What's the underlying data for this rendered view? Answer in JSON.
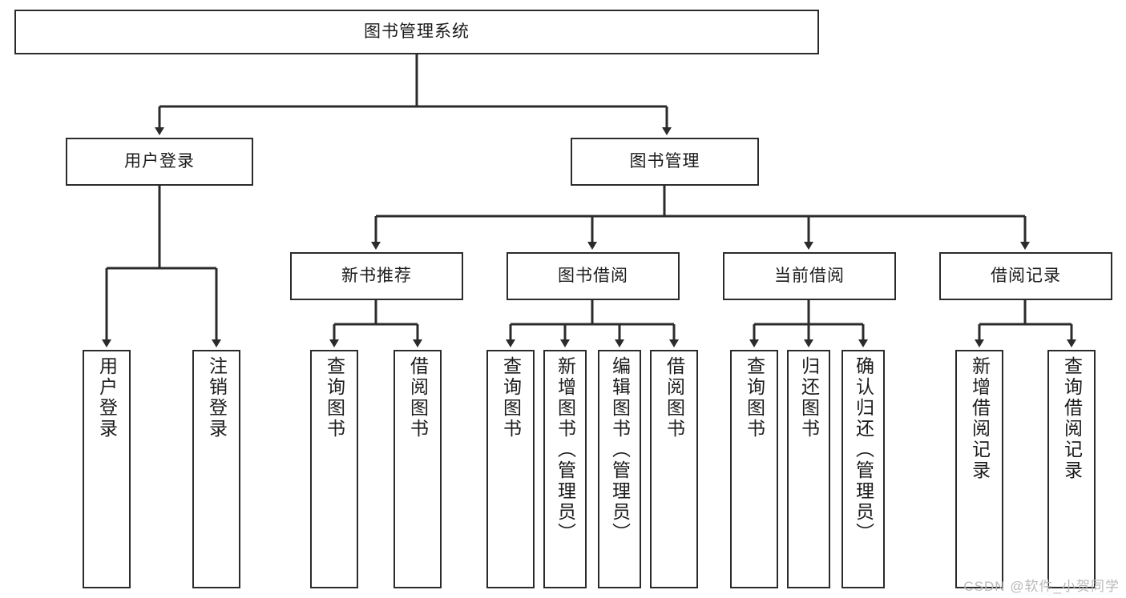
{
  "diagram": {
    "title": "图书管理系统",
    "type": "tree-hierarchy",
    "root": {
      "label": "图书管理系统"
    },
    "level2": [
      {
        "label": "用户登录"
      },
      {
        "label": "图书管理"
      }
    ],
    "level3": [
      {
        "label": "新书推荐"
      },
      {
        "label": "图书借阅"
      },
      {
        "label": "当前借阅"
      },
      {
        "label": "借阅记录"
      }
    ],
    "leaves": {
      "user_login": [
        {
          "label": "用户登录"
        },
        {
          "label": "注销登录"
        }
      ],
      "new_book_recommend": [
        {
          "label": "查询图书"
        },
        {
          "label": "借阅图书"
        }
      ],
      "book_borrow": [
        {
          "label": "查询图书"
        },
        {
          "label": "新增图书（管理员）"
        },
        {
          "label": "编辑图书（管理员）"
        },
        {
          "label": "借阅图书"
        }
      ],
      "current_borrow": [
        {
          "label": "查询图书"
        },
        {
          "label": "归还图书"
        },
        {
          "label": "确认归还（管理员）"
        }
      ],
      "borrow_record": [
        {
          "label": "新增借阅记录"
        },
        {
          "label": "查询借阅记录"
        }
      ]
    }
  },
  "watermark": {
    "text": "CSDN @软件_小贺同学"
  },
  "colors": {
    "border": "#2b2b2b",
    "text": "#1b1b1b",
    "background": "#ffffff",
    "watermark": "#b9b9b9"
  }
}
